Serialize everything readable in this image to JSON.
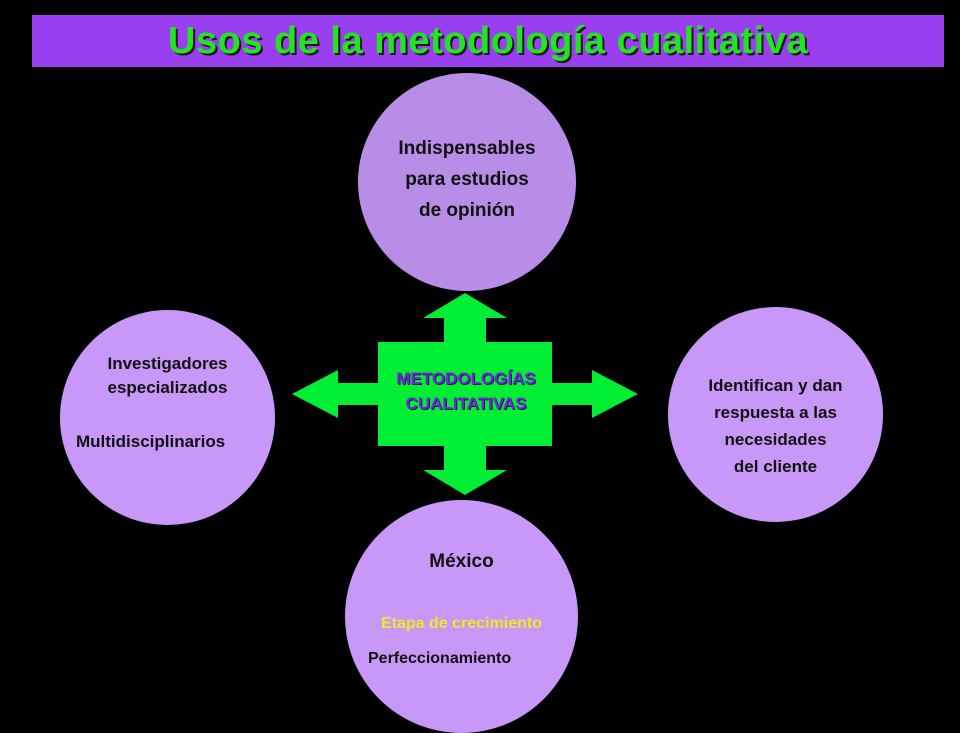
{
  "title": "Usos de la metodología  cualitativa",
  "center": {
    "line1": "METODOLOGÍAS",
    "line2": "CUALITATIVAS"
  },
  "nodes": {
    "top": {
      "lines": [
        "Indispensables",
        "para estudios",
        "de opinión"
      ]
    },
    "left": {
      "lines": [
        "Investigadores",
        "especializados"
      ],
      "extra": "Multidisciplinarios"
    },
    "right": {
      "lines": [
        "Identifican y dan",
        "respuesta a las",
        "necesidades",
        "del cliente"
      ]
    },
    "bottom": {
      "title": "México",
      "highlight": "Etapa de crecimiento",
      "extra": "Perfeccionamiento"
    }
  },
  "colors": {
    "background": "#000000",
    "title_bar": "#9a3ff0",
    "title_text": "#22e522",
    "arrows": "#00ee33",
    "circle_top": "#b88de8",
    "circle_other": "#c898f8",
    "highlight_text": "#f5e52a"
  }
}
